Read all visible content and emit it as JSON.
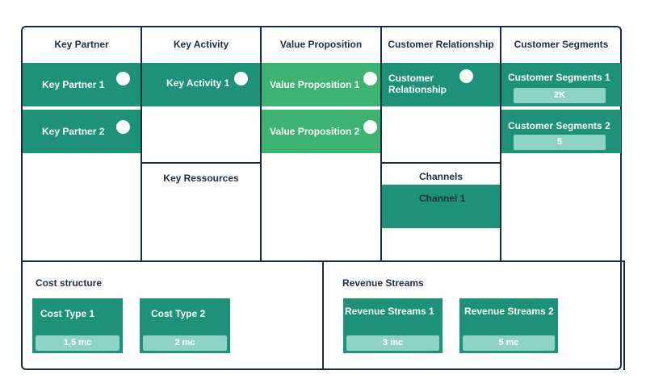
{
  "columns": {
    "key_partner": "Key Partner",
    "key_activity": "Key Activity",
    "value_proposition": "Value Proposition",
    "customer_relationship": "Customer Relationship",
    "customer_segments": "Customer Segments",
    "key_resources": "Key Ressources",
    "channels": "Channels"
  },
  "cards": {
    "key_partner_1": "Key Partner 1",
    "key_partner_2": "Key Partner 2",
    "key_activity_1": "Key Activity 1",
    "value_proposition_1": "Value Proposition 1",
    "value_proposition_2": "Value Proposition 2",
    "customer_relationship": "Customer Relationship",
    "customer_segments_1": {
      "label": "Customer Segments 1",
      "value": "2K"
    },
    "customer_segments_2": {
      "label": "Customer Segments 2",
      "value": "5"
    },
    "channel_1": "Channel 1"
  },
  "cost_structure": {
    "title": "Cost structure",
    "items": [
      {
        "label": "Cost Type 1",
        "value": "1,5 mc"
      },
      {
        "label": "Cost Type 2",
        "value": "2 mc"
      }
    ]
  },
  "revenue_streams": {
    "title": "Revenue Streams",
    "items": [
      {
        "label": "Revenue Streams 1",
        "value": "3 mc"
      },
      {
        "label": "Revenue Streams 2",
        "value": "5 mc"
      }
    ]
  },
  "colors": {
    "teal": "#1e9279",
    "green": "#3cb371",
    "pill": "#8fd3c7",
    "border": "#1e2b3a"
  }
}
